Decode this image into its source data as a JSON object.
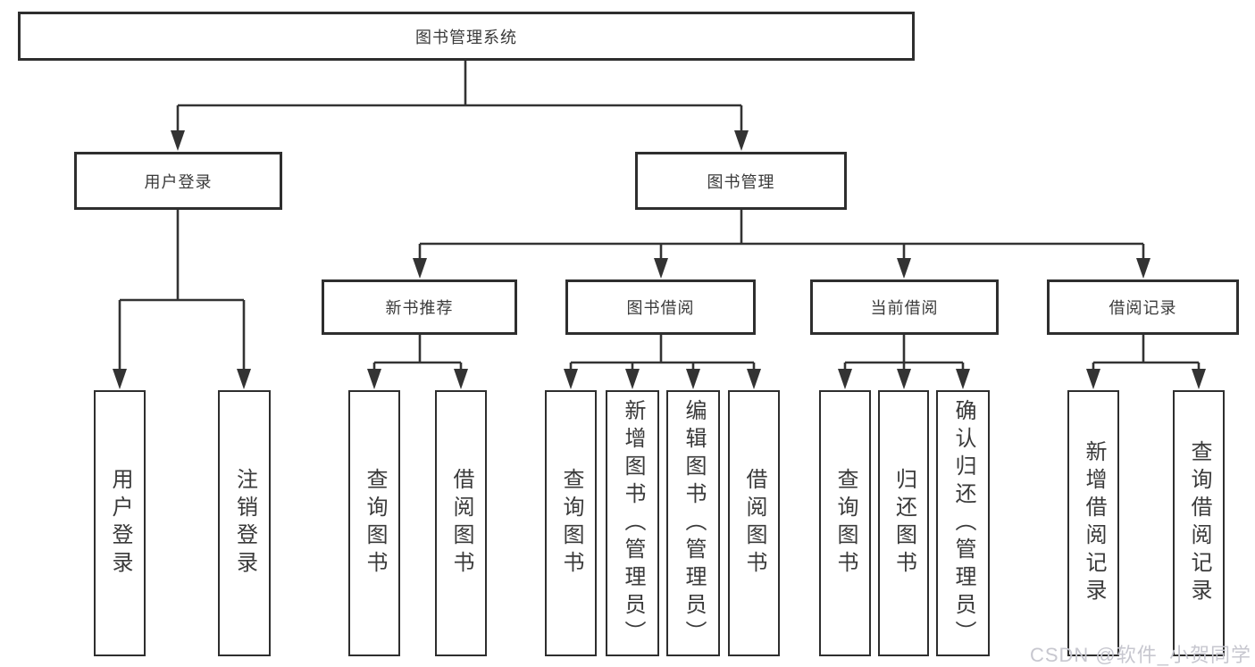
{
  "nodes": {
    "root": "图书管理系统",
    "user_login": "用户登录",
    "book_management": "图书管理",
    "new_book_recommend": "新书推荐",
    "book_borrow": "图书借阅",
    "current_borrow": "当前借阅",
    "borrow_record": "借阅记录",
    "leaf_user_login": "用户登录",
    "leaf_logout": "注销登录",
    "leaf_query_book_recommend": "查询图书",
    "leaf_borrow_book_recommend": "借阅图书",
    "leaf_query_book_borrow": "查询图书",
    "leaf_add_book_admin": "新增图书（管理员）",
    "leaf_edit_book_admin": "编辑图书（管理员）",
    "leaf_borrow_book_borrow": "借阅图书",
    "leaf_query_book_current": "查询图书",
    "leaf_return_book": "归还图书",
    "leaf_confirm_return_admin": "确认归还（管理员）",
    "leaf_add_borrow_record": "新增借阅记录",
    "leaf_query_borrow_record": "查询借阅记录"
  },
  "structure": {
    "图书管理系统": {
      "用户登录": [
        "用户登录",
        "注销登录"
      ],
      "图书管理": {
        "新书推荐": [
          "查询图书",
          "借阅图书"
        ],
        "图书借阅": [
          "查询图书",
          "新增图书（管理员）",
          "编辑图书（管理员）",
          "借阅图书"
        ],
        "当前借阅": [
          "查询图书",
          "归还图书",
          "确认归还（管理员）"
        ],
        "借阅记录": [
          "新增借阅记录",
          "查询借阅记录"
        ]
      }
    }
  },
  "watermark": "CSDN @软件_小贺同学",
  "colors": {
    "line": "#333333",
    "border": "#2e2e2e",
    "text": "#3a3a3a",
    "watermark": "#c7c7cf",
    "background": "#ffffff"
  }
}
